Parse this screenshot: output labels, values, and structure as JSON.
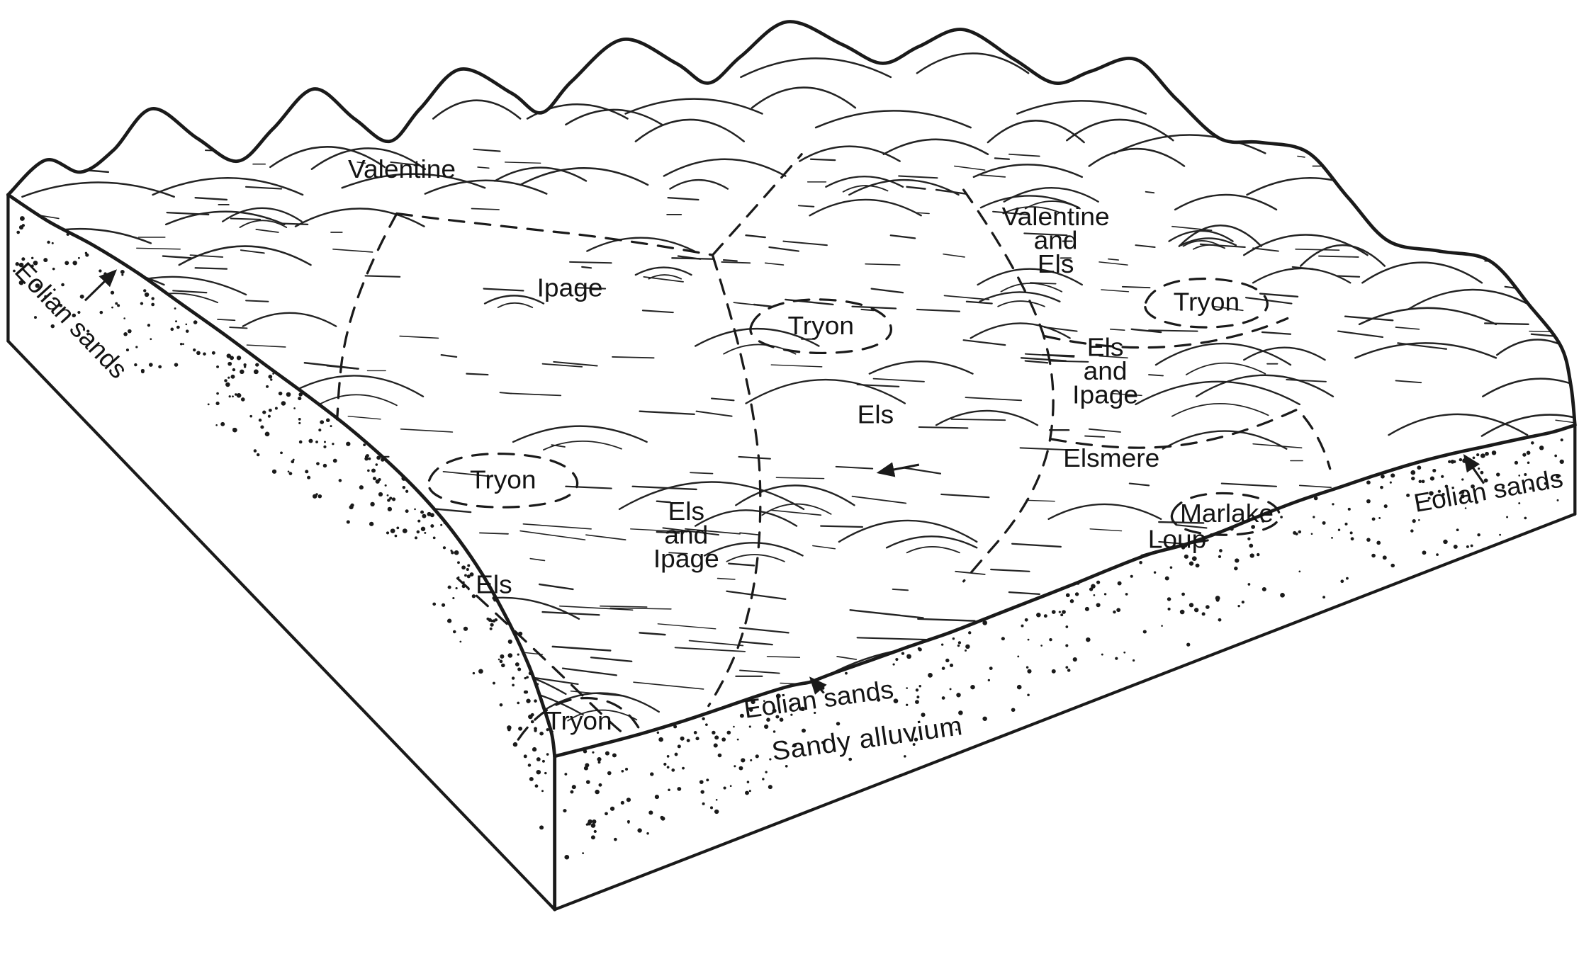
{
  "colors": {
    "ink": "#1a1a1a",
    "paper": "#ffffff"
  },
  "surface_labels": {
    "valentine": "Valentine",
    "ipage": "Ipage",
    "els_center": "Els",
    "elsmere": "Elsmere",
    "marlake": "Marlake",
    "loup": "Loup",
    "els_bottom": "Els",
    "tryon_center": "Tryon",
    "tryon_right": "Tryon",
    "tryon_left": "Tryon",
    "tryon_bottom": "Tryon",
    "valentine_and_els": [
      "Valentine",
      "and",
      "Els"
    ],
    "els_and_ipage_right": [
      "Els",
      "and",
      "Ipage"
    ],
    "els_and_ipage_left": [
      "Els",
      "and",
      "Ipage"
    ]
  },
  "edge_labels": {
    "eolian_sands_left": "Eolian sands",
    "eolian_sands_right": "Eolian sands",
    "eolian_sands_bottom": "Eolian sands",
    "sandy_alluvium": "Sandy alluvium"
  }
}
